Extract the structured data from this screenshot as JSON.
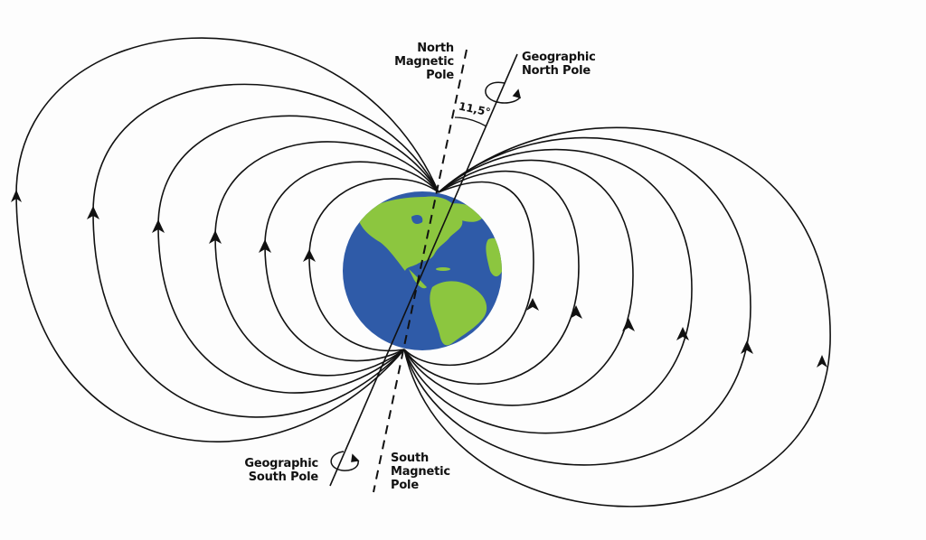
{
  "diagram": {
    "type": "earth-magnetic-field",
    "labels": {
      "north_magnetic_pole": [
        "North",
        "Magnetic",
        "Pole"
      ],
      "geographic_north_pole": [
        "Geographic",
        "North Pole"
      ],
      "geographic_south_pole": [
        "Geographic",
        "South Pole"
      ],
      "south_magnetic_pole": [
        "South",
        "Magnetic",
        "Pole"
      ],
      "tilt_angle": "11,5°"
    },
    "colors": {
      "ocean": "#2f5ba8",
      "land": "#8cc63f",
      "field_lines": "#111111",
      "background": "#fdfdfd"
    },
    "field_lines": {
      "left_count": 6,
      "right_count": 6,
      "arrow_direction": "up"
    }
  }
}
